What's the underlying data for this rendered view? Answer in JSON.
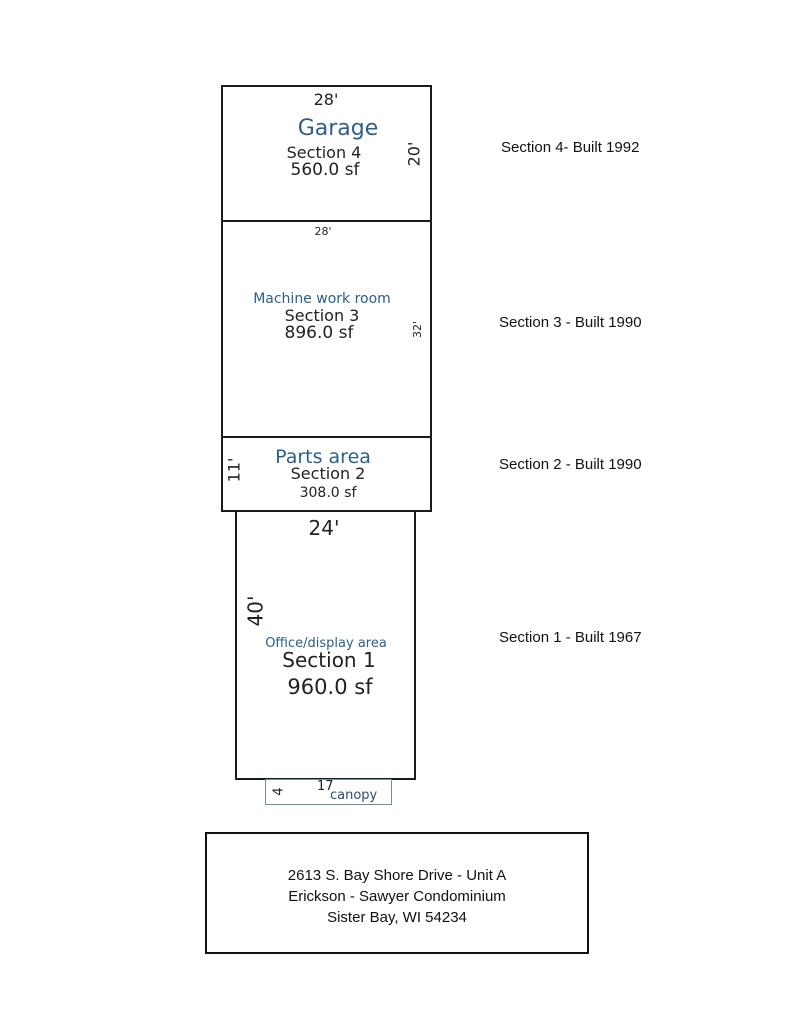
{
  "sections": {
    "s4": {
      "width": "28'",
      "depth": "20'",
      "name": "Garage",
      "section": "Section 4",
      "area": "560.0 sf",
      "note": "Section 4- Built 1992"
    },
    "s3": {
      "width": "28'",
      "depth": "32'",
      "name": "Machine work room",
      "section": "Section 3",
      "area": "896.0 sf",
      "note": "Section 3 - Built 1990"
    },
    "s2": {
      "depth": "11'",
      "name": "Parts area",
      "section": "Section 2",
      "area": "308.0 sf",
      "note": "Section 2 - Built 1990"
    },
    "s1": {
      "width": "24'",
      "depth": "40'",
      "name": "Office/display area",
      "section": "Section 1",
      "area": "960.0 sf",
      "note": "Section 1 - Built 1967"
    }
  },
  "canopy": {
    "depth": "4",
    "width": "17",
    "label": "canopy"
  },
  "address": {
    "line1": "2613 S. Bay Shore Drive - Unit A",
    "line2": "Erickson - Sawyer Condominium",
    "line3": "Sister Bay, WI  54234"
  }
}
